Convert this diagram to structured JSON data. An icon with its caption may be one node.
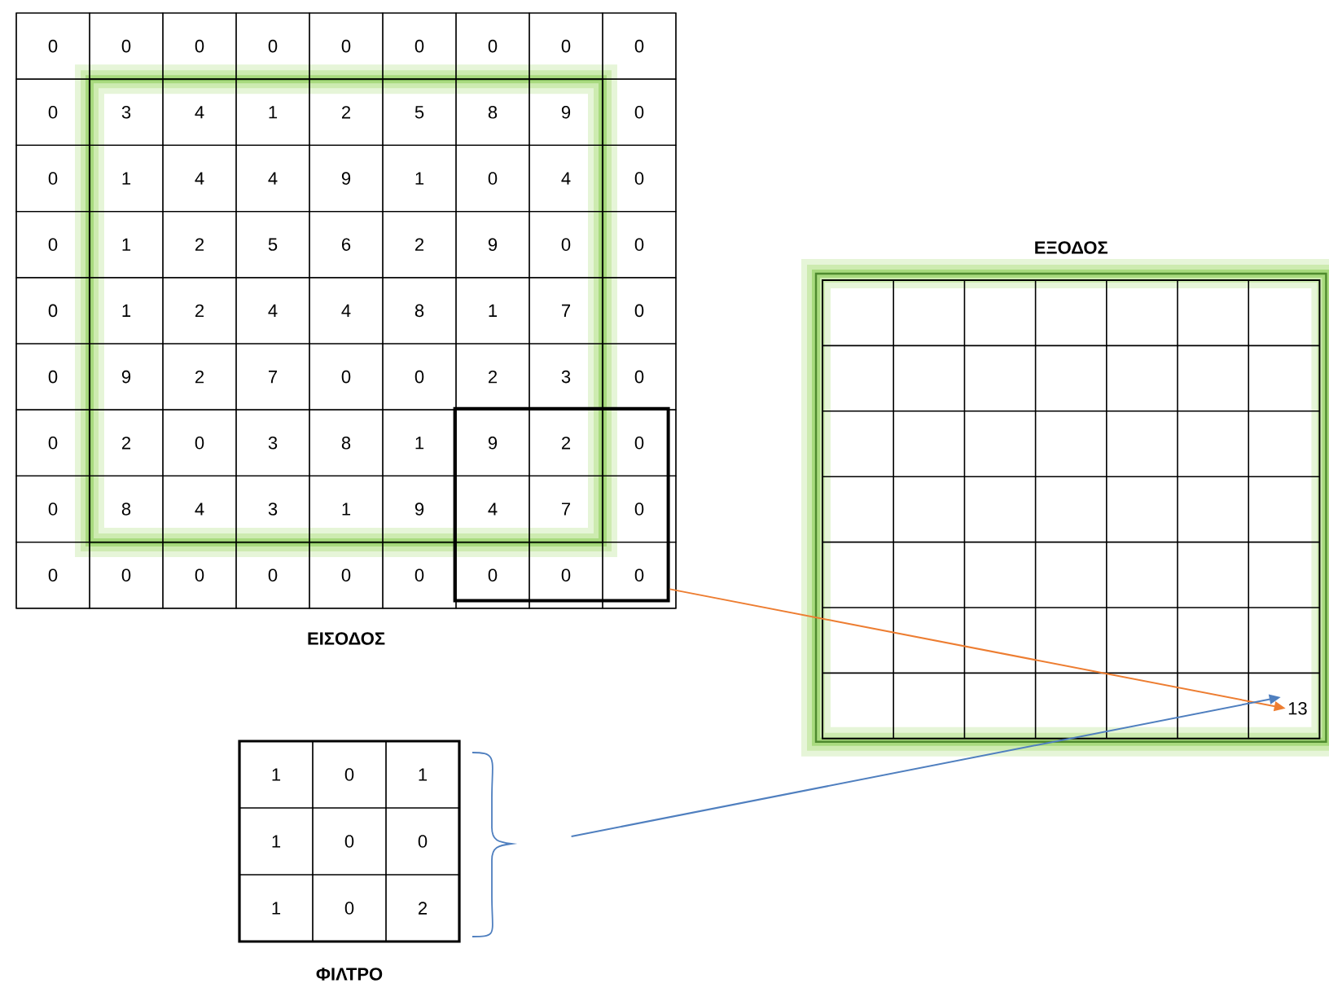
{
  "diagram": {
    "nodes": [
      {
        "text": [
          "ΕΙΣΟΔΟΣ"
        ]
      },
      {
        "text": [],
        "shape": "box",
        "in": 0
      },
      {
        "text": [
          "ΕΞΟΔΟΣ"
        ]
      },
      {
        "text": [
          "13"
        ],
        "in": 2
      },
      {
        "text": [
          "ΦΙΛΤΡΟ"
        ]
      }
    ],
    "edges": [
      {
        "from": 1,
        "to": 3,
        "arrow": "to",
        "color": "#ed7d31"
      },
      {
        "from": 4,
        "to": 3,
        "arrow": "to",
        "color": "#4f7fbf"
      }
    ],
    "labels": [
      "0",
      "0",
      "0",
      "0",
      "0",
      "0",
      "0",
      "0",
      "0",
      "0",
      "3",
      "4",
      "1",
      "2",
      "5",
      "8",
      "9",
      "0",
      "0",
      "1",
      "4",
      "4",
      "9",
      "1",
      "0",
      "4",
      "0",
      "0",
      "1",
      "2",
      "5",
      "6",
      "2",
      "9",
      "0",
      "0",
      "0",
      "1",
      "2",
      "4",
      "4",
      "8",
      "1",
      "7",
      "0",
      "0",
      "9",
      "2",
      "7",
      "0",
      "0",
      "2",
      "3",
      "0",
      "0",
      "2",
      "0",
      "3",
      "8",
      "1",
      "9",
      "2",
      "0",
      "0",
      "8",
      "4",
      "3",
      "1",
      "9",
      "4",
      "7",
      "0",
      "0",
      "0",
      "0",
      "0",
      "0",
      "0",
      "0",
      "0",
      "0",
      "1",
      "0",
      "1",
      "1",
      "0",
      "0",
      "1",
      "0",
      "2"
    ]
  }
}
